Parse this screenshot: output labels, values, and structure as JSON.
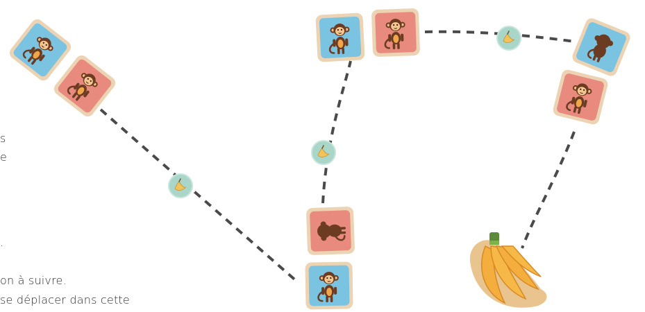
{
  "text_lines": [
    "s",
    "e",
    ".",
    "on à suivre.",
    "se déplacer dans cette"
  ],
  "colors": {
    "tile_blue": "#7bc4e1",
    "tile_red": "#e98a7f",
    "tile_frame": "#ecd3b4",
    "path_dash": "#4a4a4a",
    "token_fill": "#a9d6c8",
    "banana_fill": "#f3ae3e",
    "banana_outline": "#e9c48f"
  },
  "tiles": [
    {
      "id": "a1",
      "color": "blue",
      "pose": "monkey-standing"
    },
    {
      "id": "a2",
      "color": "red",
      "pose": "monkey-standing"
    },
    {
      "id": "b1",
      "color": "blue",
      "pose": "monkey-waving"
    },
    {
      "id": "b2",
      "color": "red",
      "pose": "monkey-standing"
    },
    {
      "id": "c1",
      "color": "blue",
      "pose": "monkey-back"
    },
    {
      "id": "c2",
      "color": "red",
      "pose": "monkey-standing"
    },
    {
      "id": "d1",
      "color": "red",
      "pose": "monkey-back"
    },
    {
      "id": "d2",
      "color": "blue",
      "pose": "monkey-standing"
    }
  ],
  "icons": {
    "token": "banana-token-icon",
    "goal": "banana-bunch-icon"
  }
}
